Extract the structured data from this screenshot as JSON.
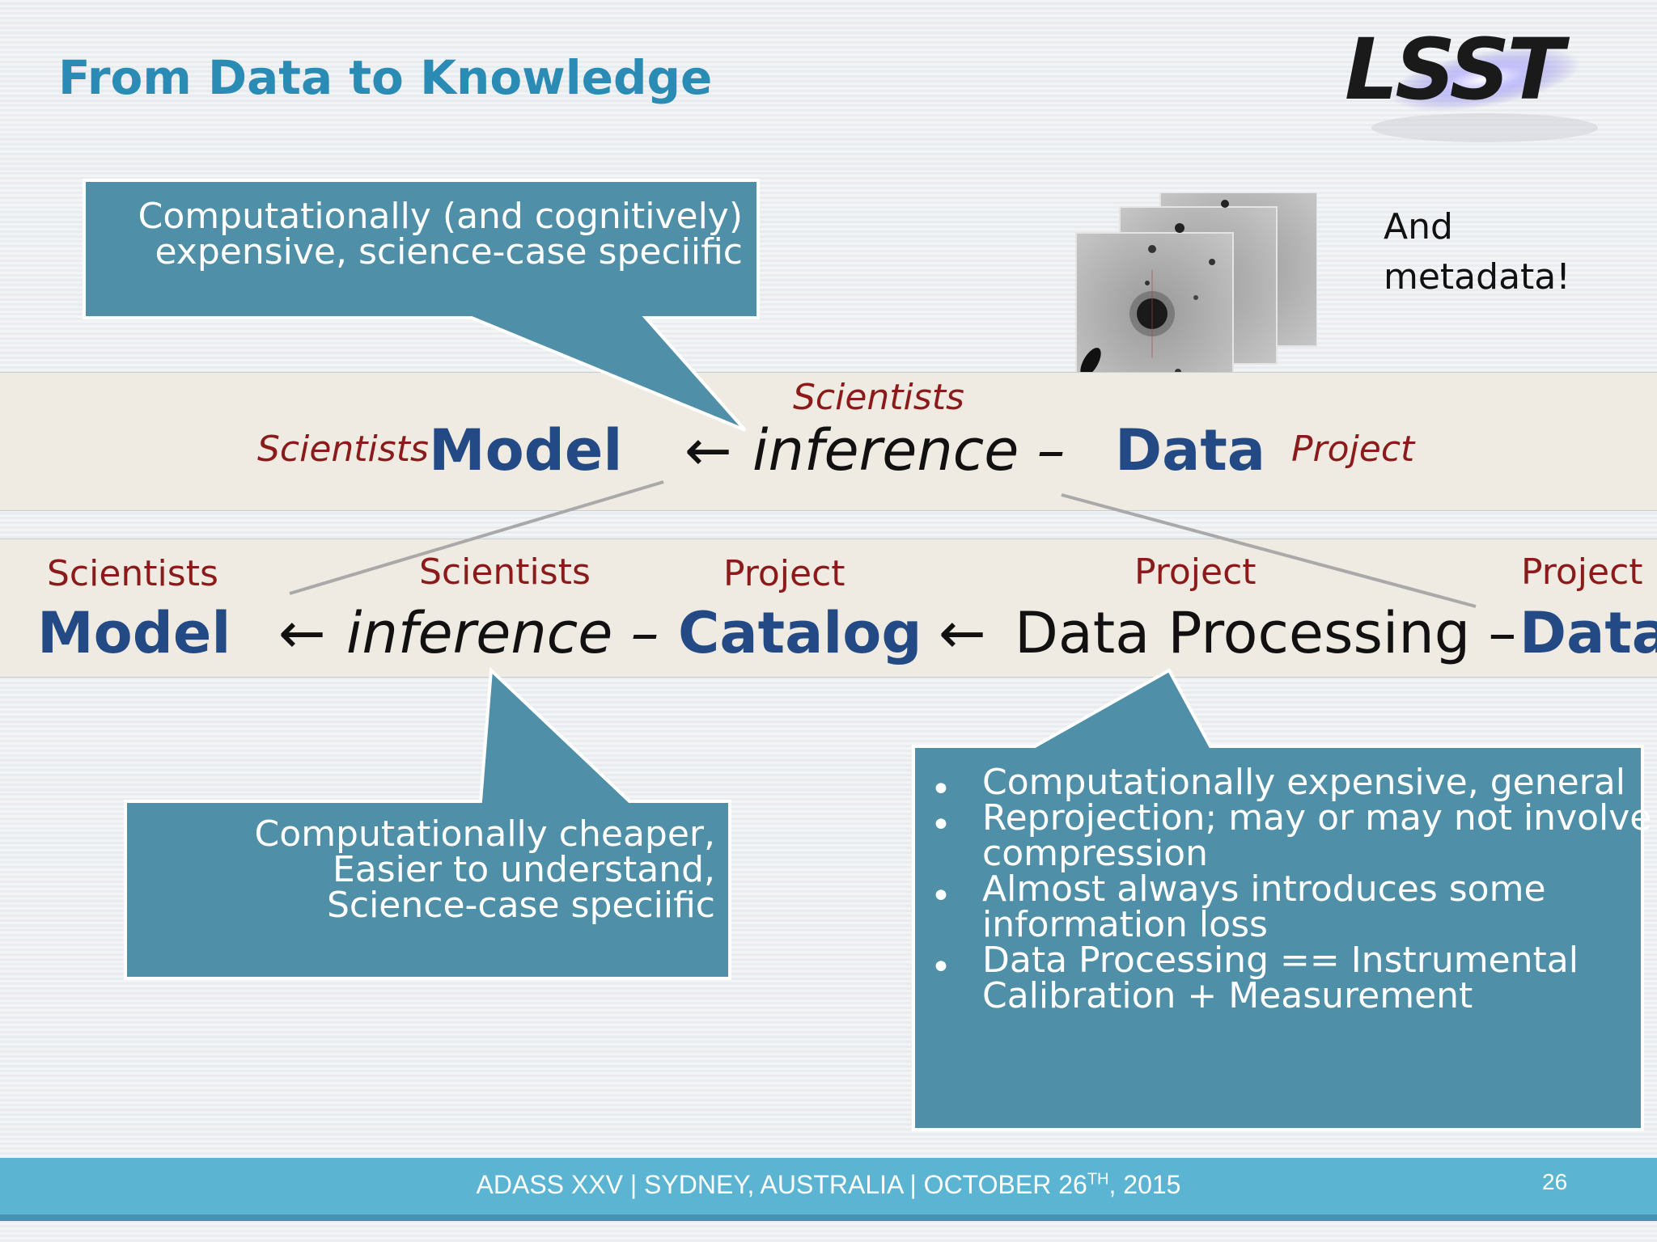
{
  "slide": {
    "title": "From Data to Knowledge",
    "logo_text": "LSST"
  },
  "note": {
    "line1": "And",
    "line2": "metadata!"
  },
  "top_row": {
    "scientists_left": "Scientists",
    "model": "Model",
    "arrow": "←",
    "scientists_above": "Scientists",
    "inference": "inference –",
    "data": "Data",
    "project": "Project"
  },
  "bottom_row": {
    "scientists_1": "Scientists",
    "model": "Model",
    "scientists_2": "Scientists",
    "arrow_1": "←",
    "inference": "inference –",
    "project_1": "Project",
    "catalog": "Catalog",
    "project_2": "Project",
    "arrow_2": "←",
    "data_processing": "Data Processing –",
    "project_3": "Project",
    "data": "Data"
  },
  "callout_top": {
    "line1": "Computationally (and cognitively)",
    "line2": "expensive, science-case speciific"
  },
  "callout_bottom_left": {
    "line1": "Computationally cheaper,",
    "line2": "Easier to understand,",
    "line3": "Science-case speciific"
  },
  "callout_bottom_right": {
    "bullets": [
      {
        "line1": "Computationally expensive, general"
      },
      {
        "line1": "Reprojection; may or may not involve",
        "line2": "compression"
      },
      {
        "line1": "Almost always introduces some",
        "line2": "information loss"
      },
      {
        "line1": "Data Processing == Instrumental",
        "line2": "Calibration + Measurement"
      }
    ]
  },
  "footer": {
    "text_main": "ADASS XXV | SYDNEY, AUSTRALIA | OCTOBER 26",
    "text_sup": "TH",
    "text_end": ", 2015",
    "page_number": "26"
  },
  "colors": {
    "title": "#2a8bb5",
    "callout_fill": "#4f8fa8",
    "emphasis_blue": "#234a84",
    "role_red": "#8b1a1a",
    "footer_bar": "#5bb4d2"
  }
}
